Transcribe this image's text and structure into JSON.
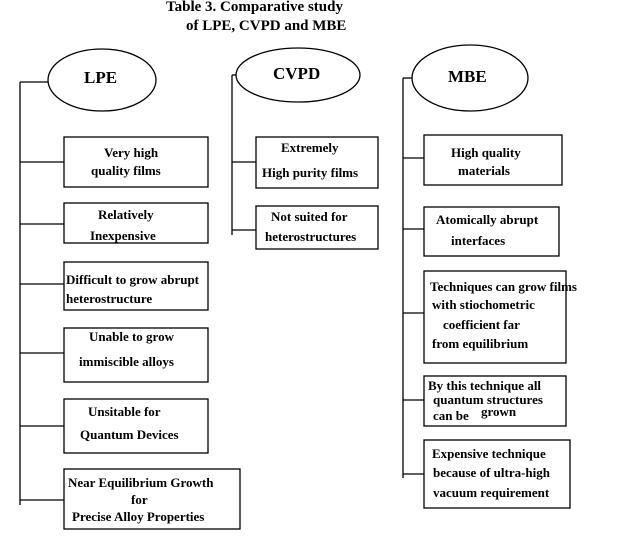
{
  "title": [
    "Table 3. Comparative study",
    "of LPE, CVPD and MBE"
  ],
  "columns": [
    {
      "heading": "LPE",
      "boxes": [
        [
          "Very high",
          "quality films"
        ],
        [
          "Relatively",
          "Inexpensive"
        ],
        [
          "Difficult to grow abrupt",
          "heterostructure"
        ],
        [
          "Unable to grow",
          "immiscible alloys"
        ],
        [
          "Unsitable for",
          "Quantum Devices"
        ],
        [
          "Near Equilibrium Growth",
          "for",
          "Precise Alloy Properties"
        ]
      ]
    },
    {
      "heading": "CVPD",
      "boxes": [
        [
          "Extremely",
          "High purity films"
        ],
        [
          "Not suited for",
          "heterostructures"
        ]
      ]
    },
    {
      "heading": "MBE",
      "boxes": [
        [
          "High quality",
          "materials"
        ],
        [
          "Atomically abrupt",
          "interfaces"
        ],
        [
          "Techniques can grow films",
          "with  stiochometric",
          "coefficient far",
          "from  equilibrium"
        ],
        [
          "By this technique all",
          "quantum structures",
          "can be",
          "grown"
        ],
        [
          "Expensive technique",
          "because of  ultra-high",
          "vacuum requirement"
        ]
      ]
    }
  ]
}
